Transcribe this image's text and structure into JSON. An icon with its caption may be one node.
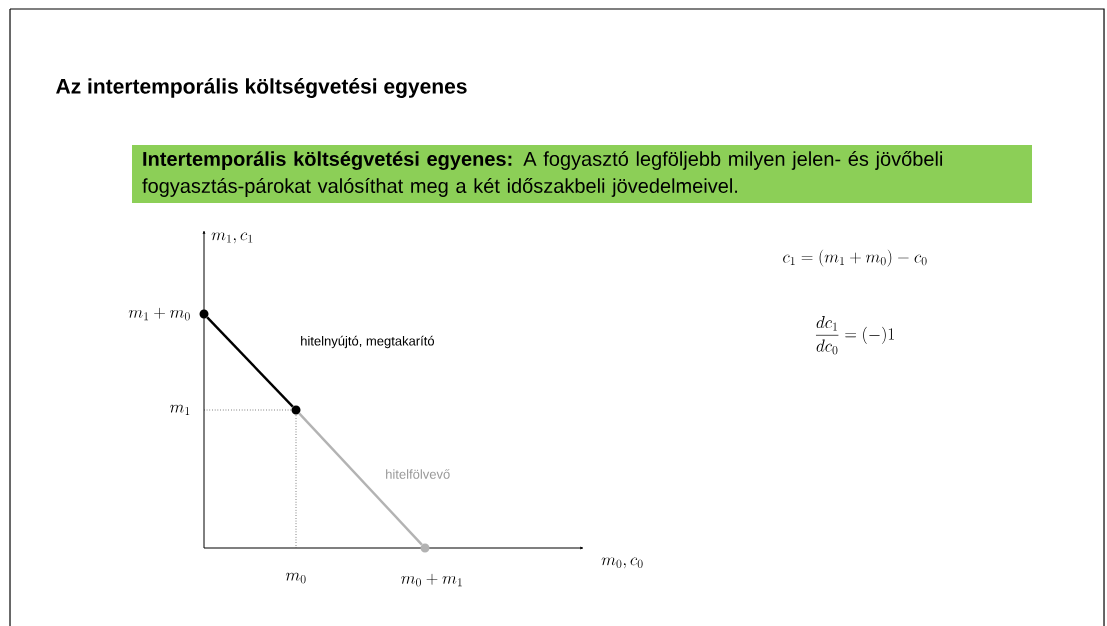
{
  "diagram": {
    "title": "Az intertemporális költségvetési egyenes",
    "nodes": [
      {
        "text": [
          "**Intertemporális költségvetési egyenes:** A fogyasztó legföljebb milyen jelen- és jövőbeli fogyasztás-párokat valósíthat meg a két időszakbeli jövedelmeivel."
        ]
      },
      {
        "text": [],
        "shape": "circle"
      },
      {
        "text": [],
        "shape": "circle"
      },
      {
        "text": [],
        "shape": "circle"
      }
    ],
    "edges": [
      {
        "from": 1,
        "to": 2,
        "arrow": "none"
      },
      {
        "from": 2,
        "to": 3,
        "arrow": "none",
        "color": "#b3b3b3"
      }
    ],
    "labels": [
      "m_1, c_1",
      "m_1 + m_0",
      "hitelnyújtó, megtakarító",
      "m_1",
      "hitelfölvevő",
      "m_0",
      "m_0 + m_1",
      "m_0, c_0",
      "c_1 = (m_1 + m_0) - c_0",
      "\\frac{dc_1}{dc_0} = (-)1"
    ]
  }
}
